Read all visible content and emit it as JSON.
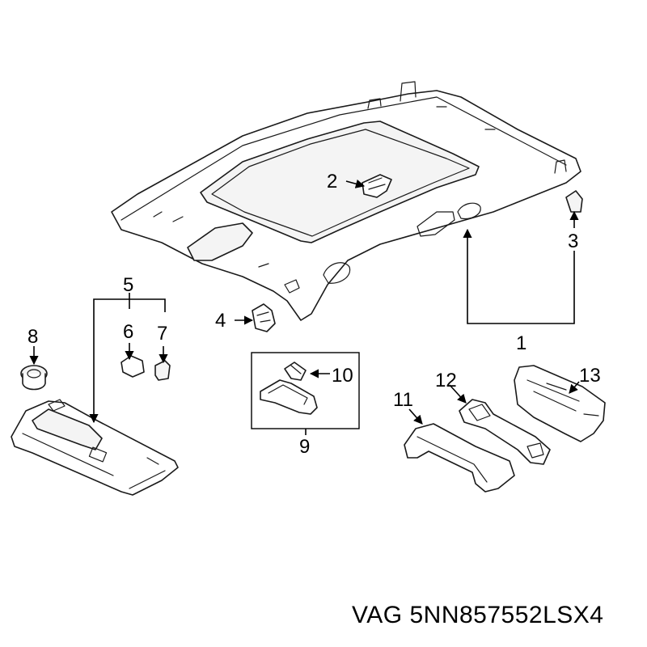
{
  "callouts": {
    "c1": "1",
    "c2": "2",
    "c3": "3",
    "c4": "4",
    "c5": "5",
    "c6": "6",
    "c7": "7",
    "c8": "8",
    "c9": "9",
    "c10": "10",
    "c11": "11",
    "c12": "12",
    "c13": "13"
  },
  "part_number": "VAG 5NN857552LSX4",
  "colors": {
    "line": "#1a1a1a",
    "background": "#ffffff"
  }
}
